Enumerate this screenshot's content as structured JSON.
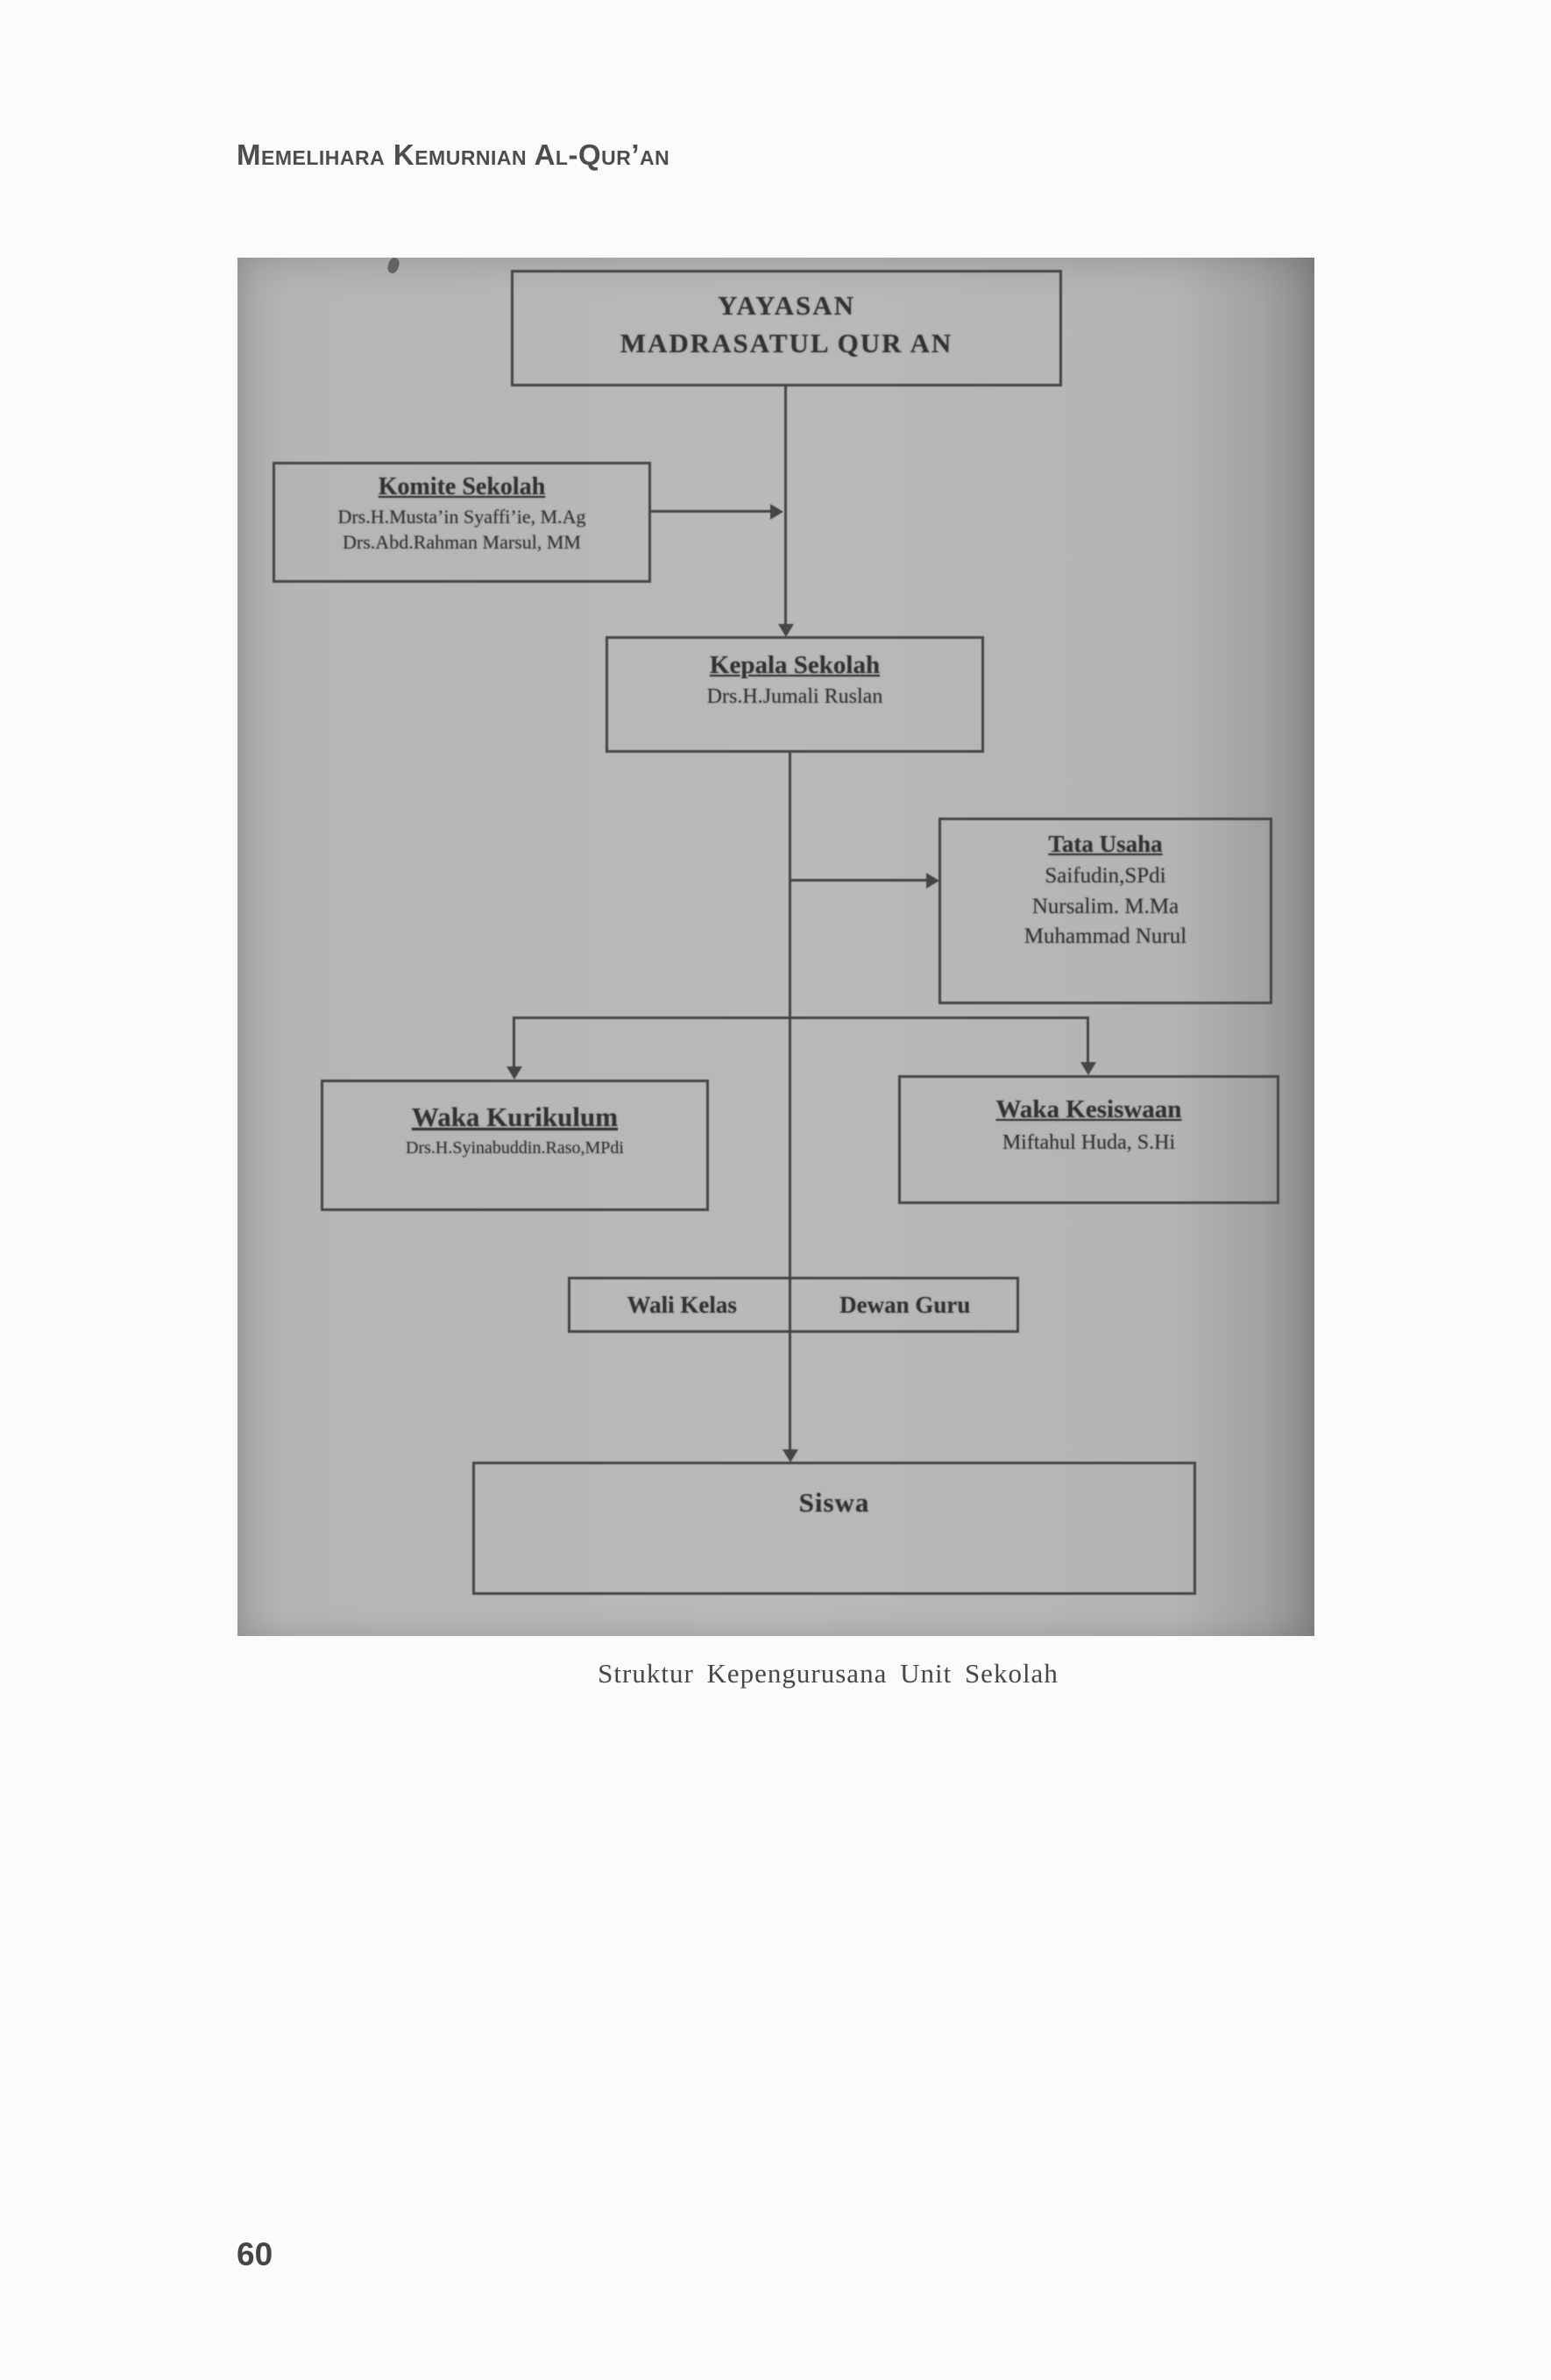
{
  "header": {
    "title": "Memelihara Kemurnian Al-Qur’an"
  },
  "diagram": {
    "yayasan": {
      "line1": "YAYASAN",
      "line2": "MADRASATUL QUR AN"
    },
    "komite": {
      "title": "Komite Sekolah",
      "members": [
        "Drs.H.Musta’in Syaffi’ie, M.Ag",
        "Drs.Abd.Rahman Marsul, MM"
      ]
    },
    "kepala": {
      "title": "Kepala Sekolah",
      "members": [
        "Drs.H.Jumali Ruslan"
      ]
    },
    "tata_usaha": {
      "title": "Tata Usaha",
      "members": [
        "Saifudin,SPdi",
        "Nursalim. M.Ma",
        "Muhammad Nurul"
      ]
    },
    "waka_kurikulum": {
      "title": "Waka Kurikulum",
      "members": [
        "Drs.H.Syinabuddin.Raso,MPdi"
      ]
    },
    "waka_kesiswaan": {
      "title": "Waka Kesiswaan",
      "members": [
        "Miftahul Huda, S.Hi"
      ]
    },
    "wali_kelas": "Wali Kelas",
    "dewan_guru": "Dewan Guru",
    "siswa": "Siswa"
  },
  "caption": "Struktur Kepengurusana Unit Sekolah",
  "page_number": "60"
}
